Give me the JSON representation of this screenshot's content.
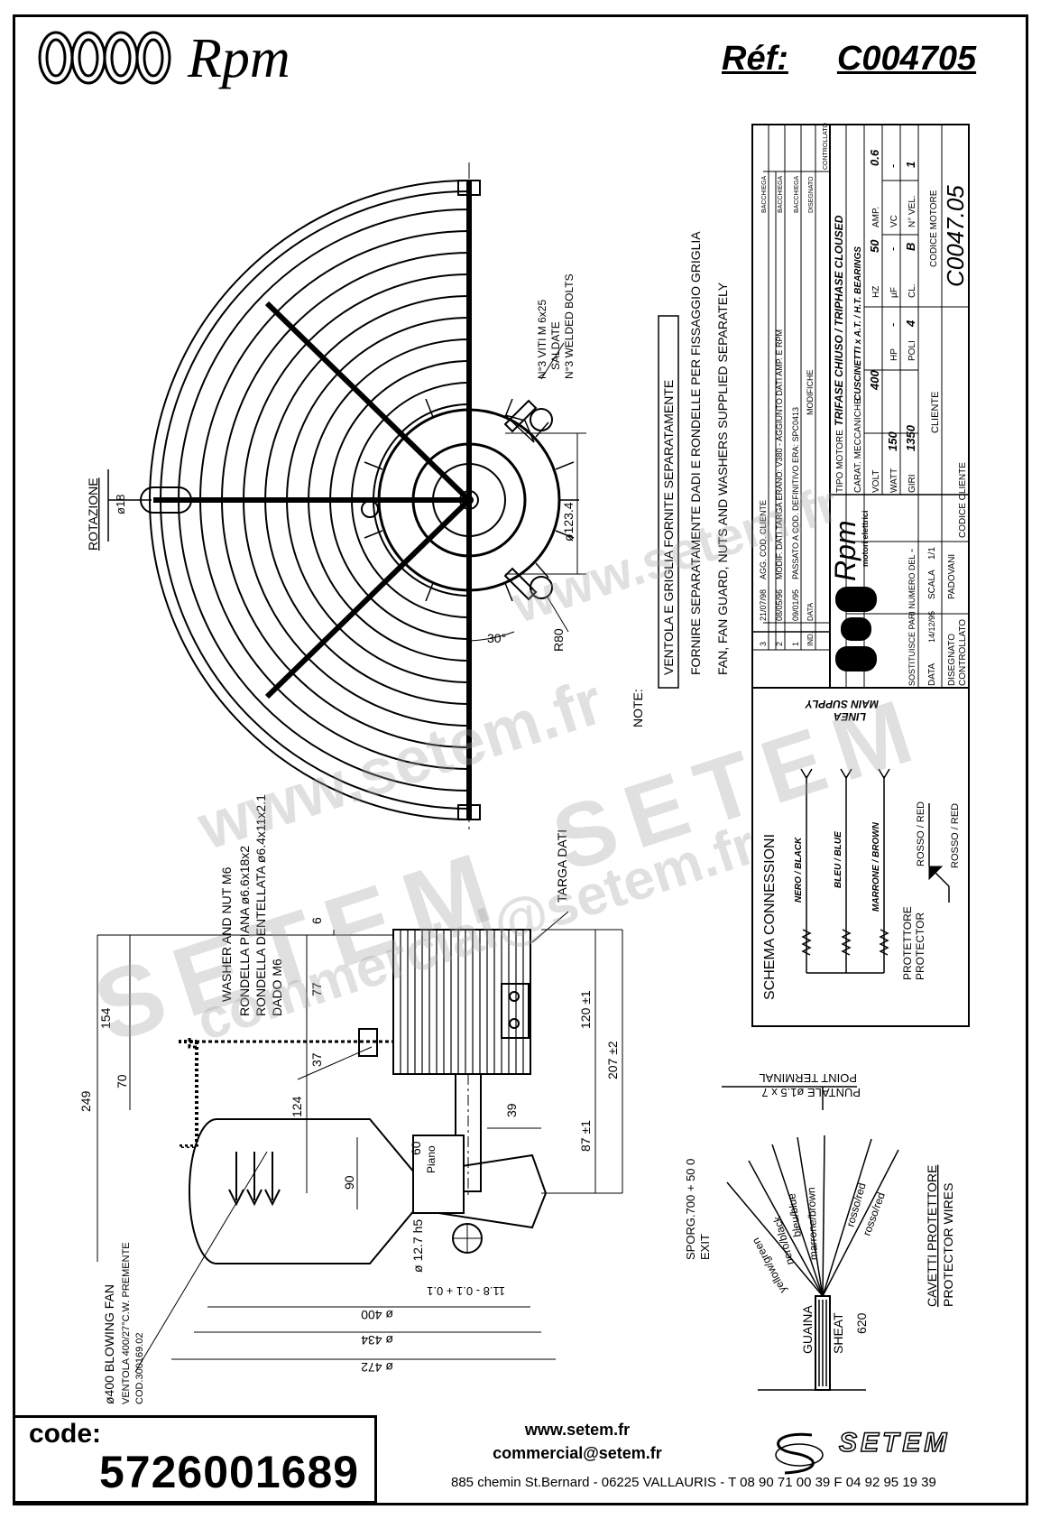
{
  "header": {
    "brand": "Rpm",
    "ref_label": "Réf:",
    "ref_code": "C004705"
  },
  "drawing": {
    "rotation_label": "ROTAZIONE",
    "dia18": "ø18",
    "bolts_it_1": "N°3 VITI M 6x25",
    "bolts_it_2": "SALDATE",
    "bolts_en": "N°3 WELDED BOLTS",
    "dia1234": "ø123.4",
    "r80": "R80",
    "angle30": "30°",
    "washer_en": "WASHER AND NUT M6",
    "rondella_piana": "RONDELLA PIANA ø6.6x18x2",
    "rondella_dent": "RONDELLA DENTELLATA ø6.4x11x2.1",
    "dado": "DADO M6",
    "targa": "TARGA DATI",
    "dim_6": "6",
    "dim_77": "77",
    "dim_37": "37",
    "dim_154": "154",
    "dim_70": "70",
    "dim_249": "249",
    "dim_124": "124",
    "dim_39": "39",
    "dim_120": "120 ±1",
    "dim_207": "207 ±2",
    "dim_87": "87 ±1",
    "dim_60": "60",
    "piano": "Piano",
    "dim_90": "90",
    "dim_127": "ø 12.7 h5",
    "dim_118": "11.8 - 0.1 + 0.1",
    "dim_400": "ø 400",
    "dim_434": "ø 434",
    "dim_472": "ø 472",
    "fan_1": "ø400 BLOWING FAN",
    "fan_2": "VENTOLA 400/27°C.W. PREMENTE",
    "fan_3": "COD.300169.02"
  },
  "notes": {
    "label": "NOTE:",
    "line1": "VENTOLA E GRIGLIA FORNITE SEPARATAMENTE",
    "line2": "FORNIRE SEPARATAMENTE DADI E RONDELLE PER FISSAGGIO GRIGLIA",
    "line3": "FAN, FAN GUARD, NUTS AND WASHERS SUPPLIED SEPARATELY"
  },
  "title_block": {
    "rev_rows": [
      {
        "n": "3",
        "date": "21/07/98",
        "text": "AGG. COD. CLIENTE",
        "by": "BACCHIEGA"
      },
      {
        "n": "2",
        "date": "08/05/96",
        "text": "MODIF. DATI TARGA ERANO: V380 - AGGIUNTO DATI AMP. E RPM",
        "by": "BACCHIEGA"
      },
      {
        "n": "1",
        "date": "09/01/95",
        "text": "PASSATO A COD. DEFINITIVO ERA: SPC0413",
        "by": "BACCHIEGA"
      }
    ],
    "hdr_ind": "IND.",
    "hdr_data": "DATA",
    "hdr_modifiche": "MODIFICHE",
    "hdr_disegnato": "DISEGNATO",
    "hdr_controllato": "CONTROLLATO",
    "brand": "Rpm",
    "brand_sub": "motori elettrici",
    "tipo_label": "TIPO MOTORE",
    "tipo_value": "TRIFASE CHIUSO / TRIPHASE CLOUSED",
    "carat_label": "CARAT. MECCANICHE",
    "carat_value": "CUSCINETTI x A.T. / H.T. BEARINGS",
    "volt_l": "VOLT",
    "volt_v": "400",
    "hz_l": "HZ",
    "hz_v": "50",
    "amp_l": "AMP.",
    "amp_v": "0.6",
    "watt_l": "WATT",
    "watt_v": "150",
    "hp_l": "HP",
    "hp_v": "-",
    "uf_l": "µF",
    "uf_v": "-",
    "vc_l": "VC",
    "vc_v": "-",
    "giri_l": "GIRI",
    "giri_v": "1350",
    "poli_l": "POLI",
    "poli_v": "4",
    "cl_l": "CL.",
    "cl_v": "B",
    "nvel_l": "N° VEL.",
    "nvel_v": "1",
    "sost_l": "SOSTITUISCE PARI NUMERO DEL",
    "sost_v": "-",
    "cliente_l": "CLIENTE",
    "codice_motore_l": "CODICE MOTORE",
    "codice_motore_v": "C0047.05",
    "data_l": "DATA",
    "data_v": "14/12/95",
    "scala_l": "SCALA",
    "scala_v": "1/1",
    "disegnato_l": "DISEGNATO",
    "disegnato_v": "PADOVANI",
    "controllato_l": "CONTROLLATO",
    "codice_cliente_l": "CODICE CLIENTE"
  },
  "connections": {
    "title": "SCHEMA CONNESSIONI",
    "linea": "LINEA",
    "main_supply": "MAIN SUPPLY",
    "w1": "NERO / BLACK",
    "w2": "BLEU / BLUE",
    "w3": "MARRONE / BROWN",
    "prot_it": "PROTETTORE",
    "prot_en": "PROTECTOR",
    "rosso1": "ROSSO / RED",
    "rosso2": "ROSSO / RED"
  },
  "wires": {
    "puntale_it": "PUNTALE ø1.5 x 7",
    "puntale_en": "POINT TERMINAL",
    "sporg": "SPORG.700 + 50 0",
    "exit": "EXIT",
    "cav_it": "CAVETTI PROTETTORE",
    "cav_en": "PROTECTOR WIRES",
    "l1": "yellow/green",
    "l2": "nero/black",
    "l3": "bleu/blue",
    "l4": "marrone/brown",
    "l5": "rosso/red",
    "l6": "rosso/red",
    "guaina": "GUAINA",
    "sheat": "SHEAT",
    "dim620": "620"
  },
  "watermark": {
    "w1": "www.setem.fr",
    "w2": "SETEM",
    "w3": "commercial@setem.fr",
    "w4": "www.setem.fr",
    "w5": "SETEM"
  },
  "footer": {
    "code_label": "code:",
    "code_value": "5726001689",
    "web": "www.setem.fr",
    "email": "commercial@setem.fr",
    "address": "885 chemin St.Bernard  -  06225 VALLAURIS  -  T 08 90 71 00 39   F 04 92 95 19 39",
    "brand": "SETEM"
  }
}
